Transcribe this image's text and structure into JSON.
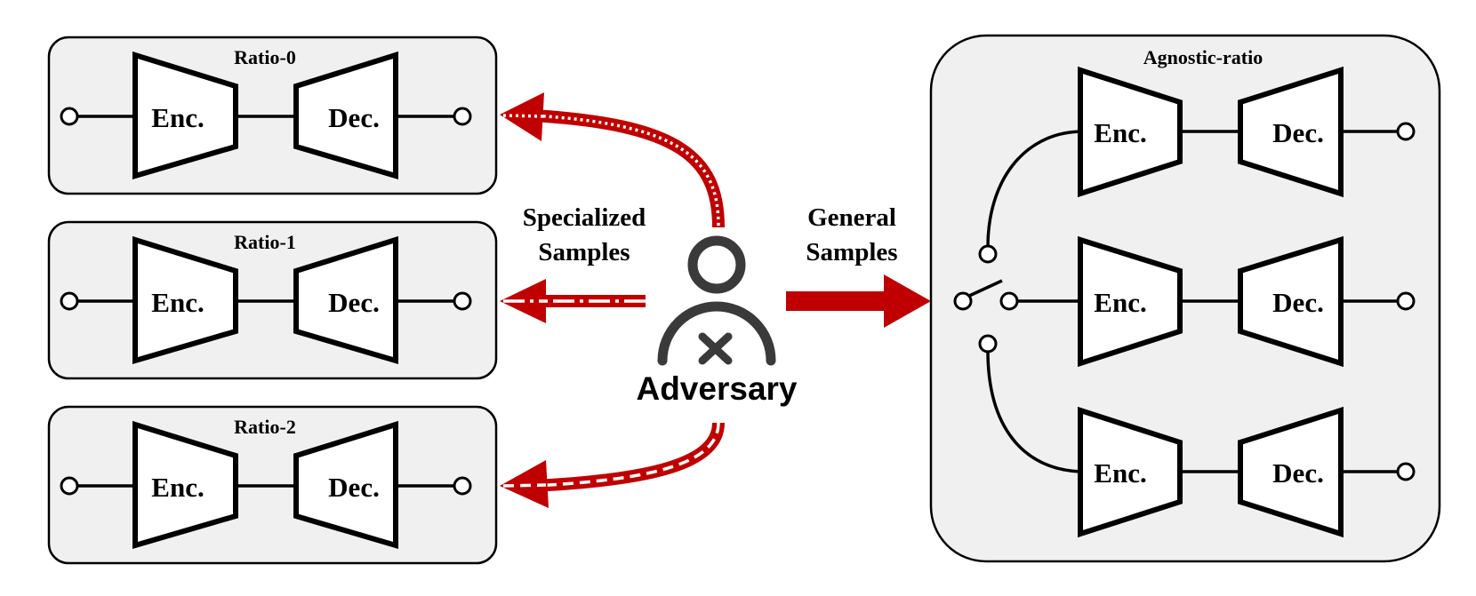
{
  "colors": {
    "accent": "#c00000",
    "panel_fill": "#f0f0f0",
    "adversary_icon": "#3a3a3a"
  },
  "panels": [
    {
      "title": "Ratio-0",
      "encoder": "Enc.",
      "decoder": "Dec."
    },
    {
      "title": "Ratio-1",
      "encoder": "Enc.",
      "decoder": "Dec."
    },
    {
      "title": "Ratio-2",
      "encoder": "Enc.",
      "decoder": "Dec."
    }
  ],
  "agnostic": {
    "title": "Agnostic-ratio",
    "rows": [
      {
        "encoder": "Enc.",
        "decoder": "Dec."
      },
      {
        "encoder": "Enc.",
        "decoder": "Dec."
      },
      {
        "encoder": "Enc.",
        "decoder": "Dec."
      }
    ]
  },
  "labels": {
    "specialized": [
      "Specialized",
      "Samples"
    ],
    "general": [
      "General",
      "Samples"
    ],
    "adversary": "Adversary"
  },
  "icons": {
    "adversary": "person-with-x-icon",
    "switch": "switch-icon"
  }
}
